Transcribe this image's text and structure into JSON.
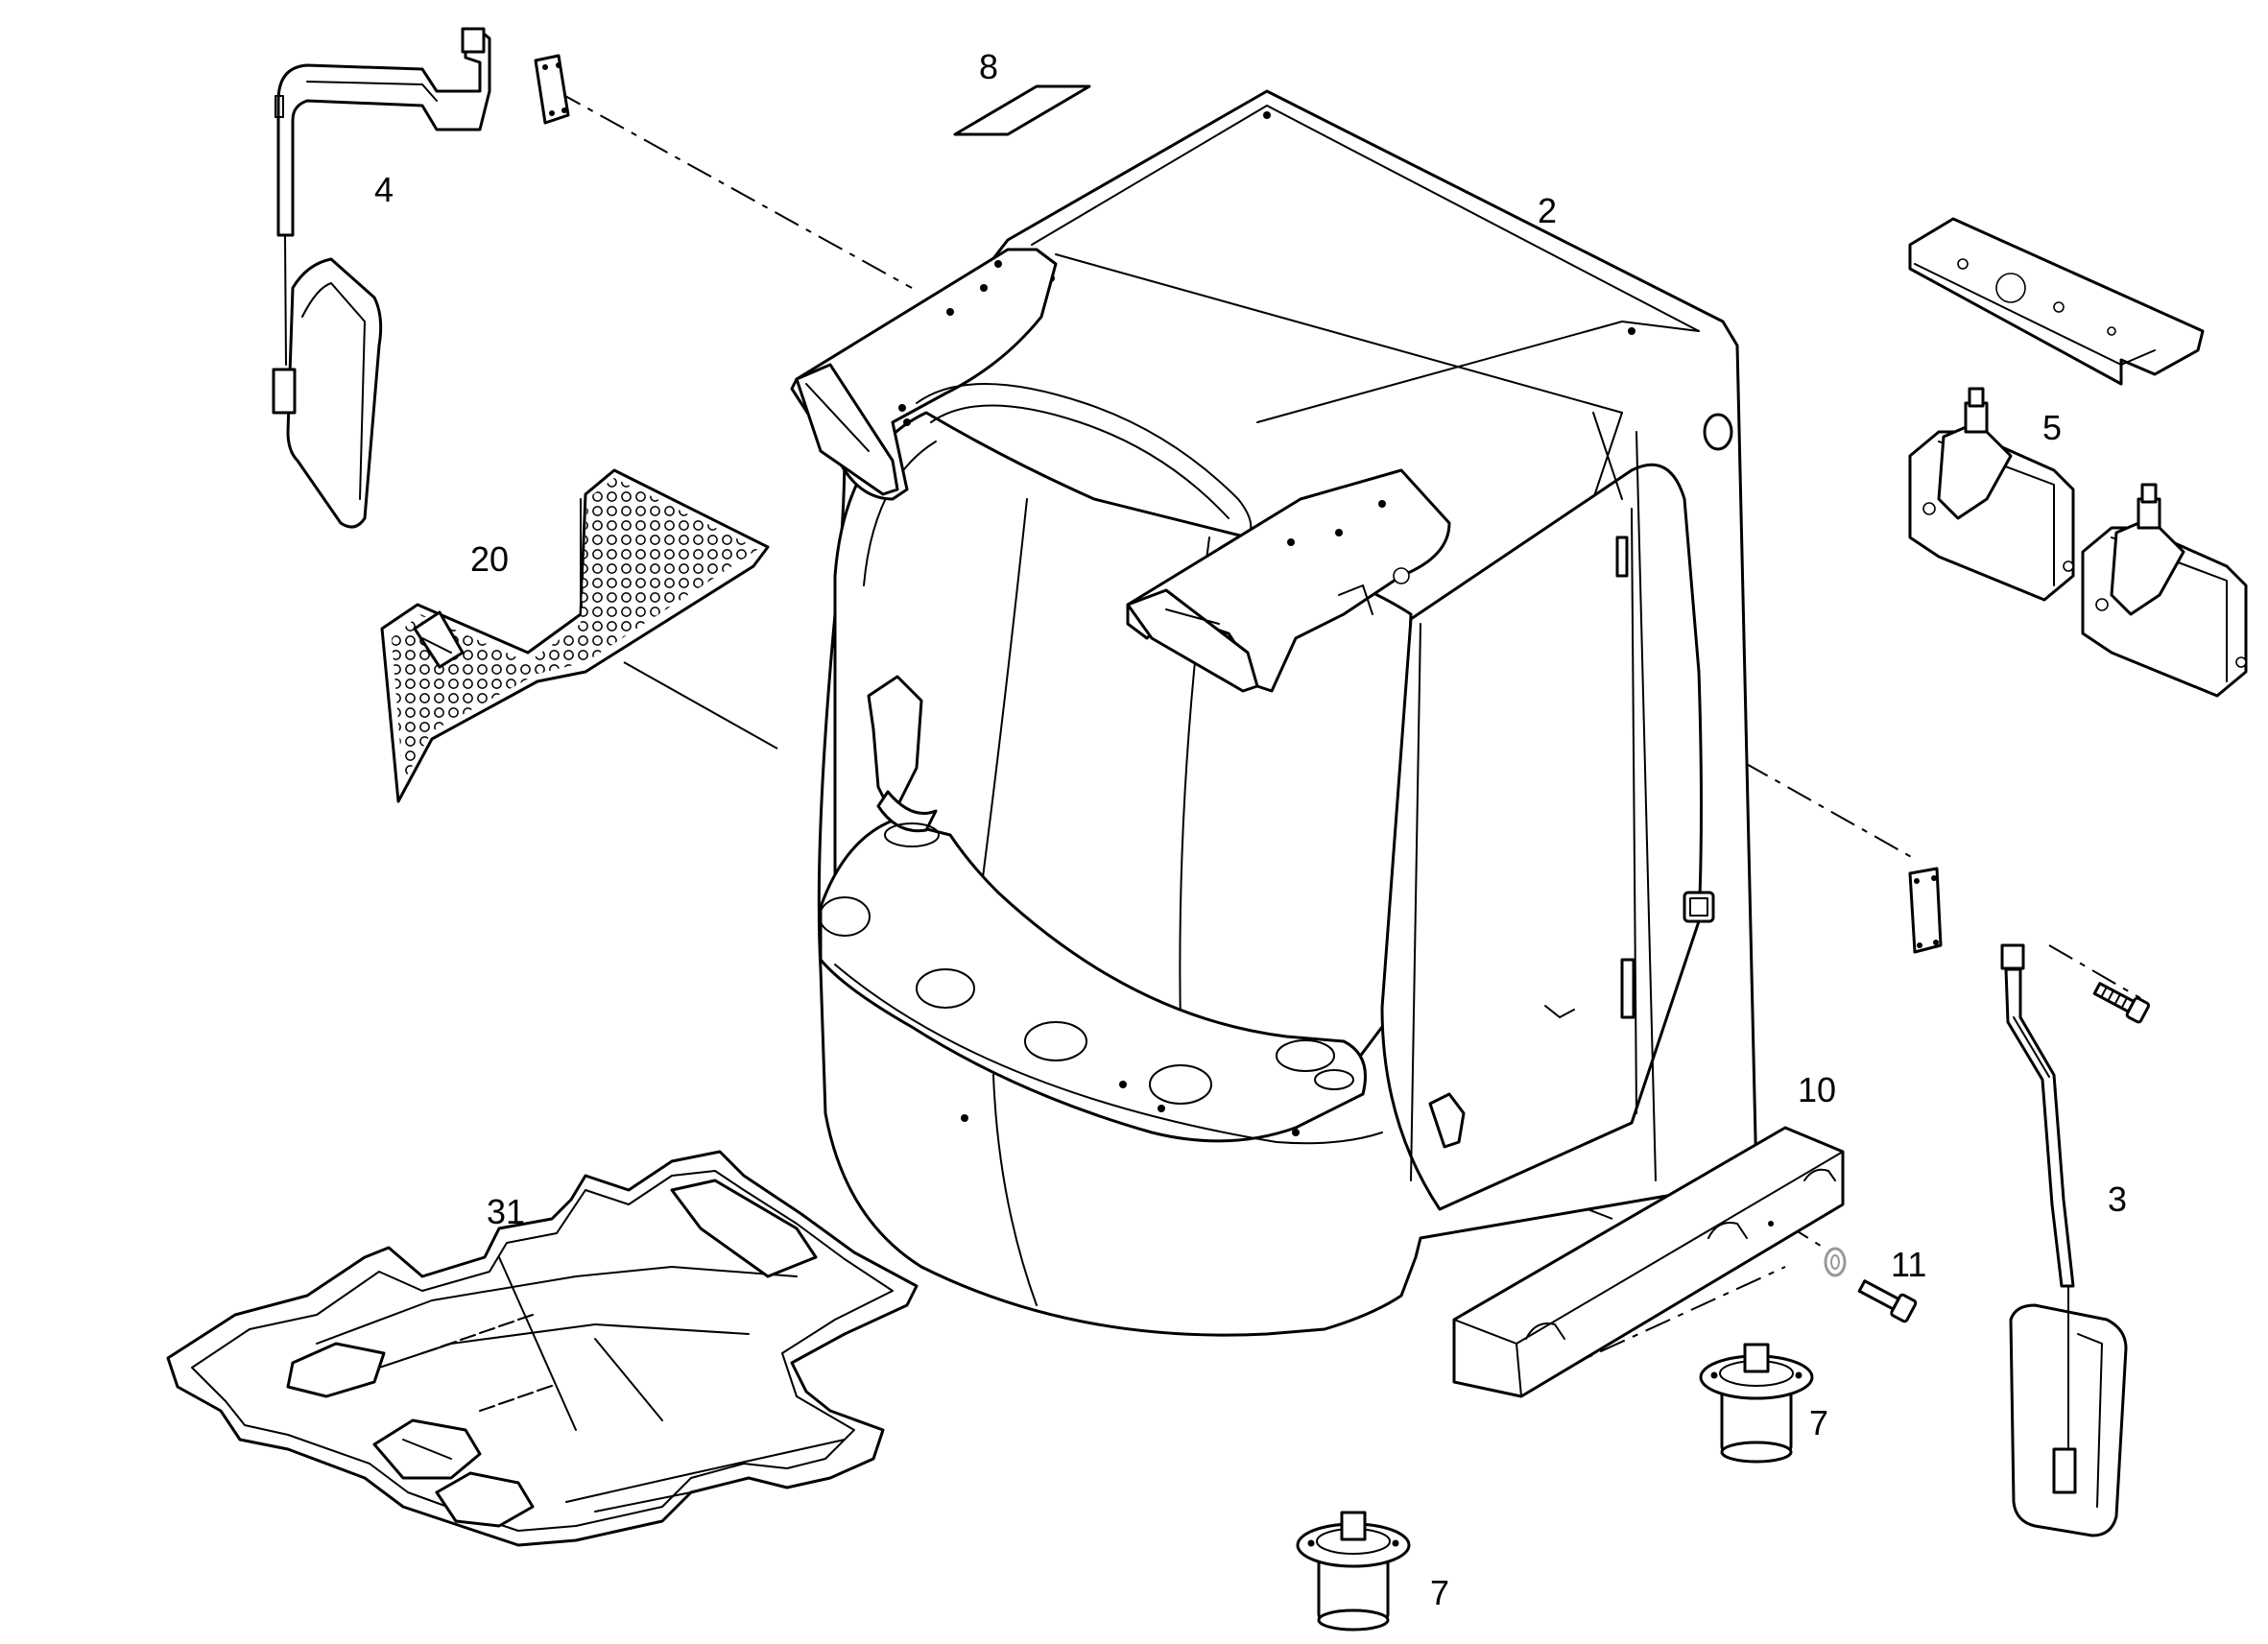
{
  "diagram": {
    "callouts": [
      {
        "id": "part-2",
        "label": "2"
      },
      {
        "id": "part-3",
        "label": "3"
      },
      {
        "id": "part-4",
        "label": "4"
      },
      {
        "id": "part-5",
        "label": "5"
      },
      {
        "id": "part-7a",
        "label": "7"
      },
      {
        "id": "part-7b",
        "label": "7"
      },
      {
        "id": "part-8",
        "label": "8"
      },
      {
        "id": "part-10",
        "label": "10"
      },
      {
        "id": "part-11",
        "label": "11"
      },
      {
        "id": "part-20",
        "label": "20"
      },
      {
        "id": "part-31",
        "label": "31"
      }
    ]
  }
}
